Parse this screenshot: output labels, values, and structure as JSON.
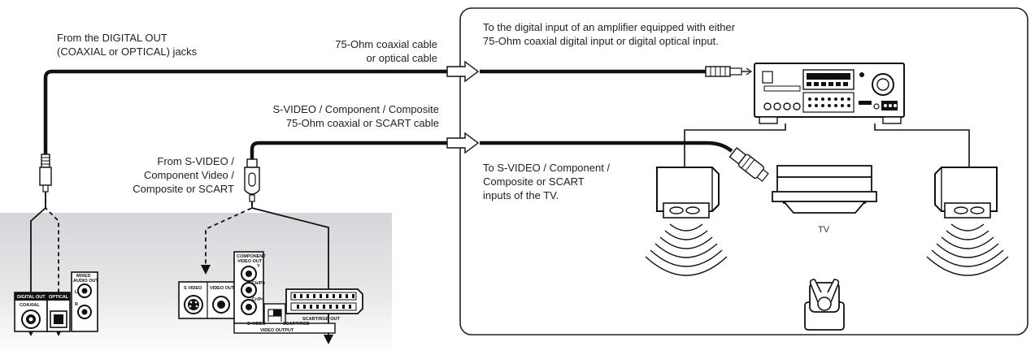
{
  "labels": {
    "from_digital_out": [
      "From the DIGITAL OUT",
      "(COAXIAL or OPTICAL) jacks"
    ],
    "coax_cable": [
      "75-Ohm coaxial cable",
      "or optical cable"
    ],
    "to_amp": [
      "To the digital input of an amplifier equipped with either",
      "75-Ohm coaxial digital input or digital optical input."
    ],
    "video_cable": [
      "S-VIDEO / Component / Composite",
      "75-Ohm coaxial or SCART cable"
    ],
    "from_video": [
      "From S-VIDEO /",
      "Component Video /",
      "Composite or SCART"
    ],
    "to_tv": [
      "To S-VIDEO / Component /",
      "Composite or SCART",
      "inputs of the TV."
    ]
  },
  "device": {
    "digital_out": "DIGITAL OUT",
    "coaxial": "COAXIAL",
    "optical": "OPTICAL",
    "mixed_audio_out": [
      "MIXED",
      "AUDIO OUT"
    ],
    "audio_l": "L",
    "audio_r": "R",
    "s_video": "S VIDEO",
    "video_out": "VIDEO OUT",
    "component_video_out": [
      "COMPONENT",
      "VIDEO OUT"
    ],
    "y": "Y",
    "cb_pb": "Cb/Pb",
    "cr_pr": "Cr/Pr",
    "s_video_switch": "S-VIDEO",
    "scart_rgb": "SCART/RGB",
    "video_output": "VIDEO OUTPUT",
    "scart_rgb_out": "SCART/RGB OUT"
  },
  "tv_label": "TV"
}
